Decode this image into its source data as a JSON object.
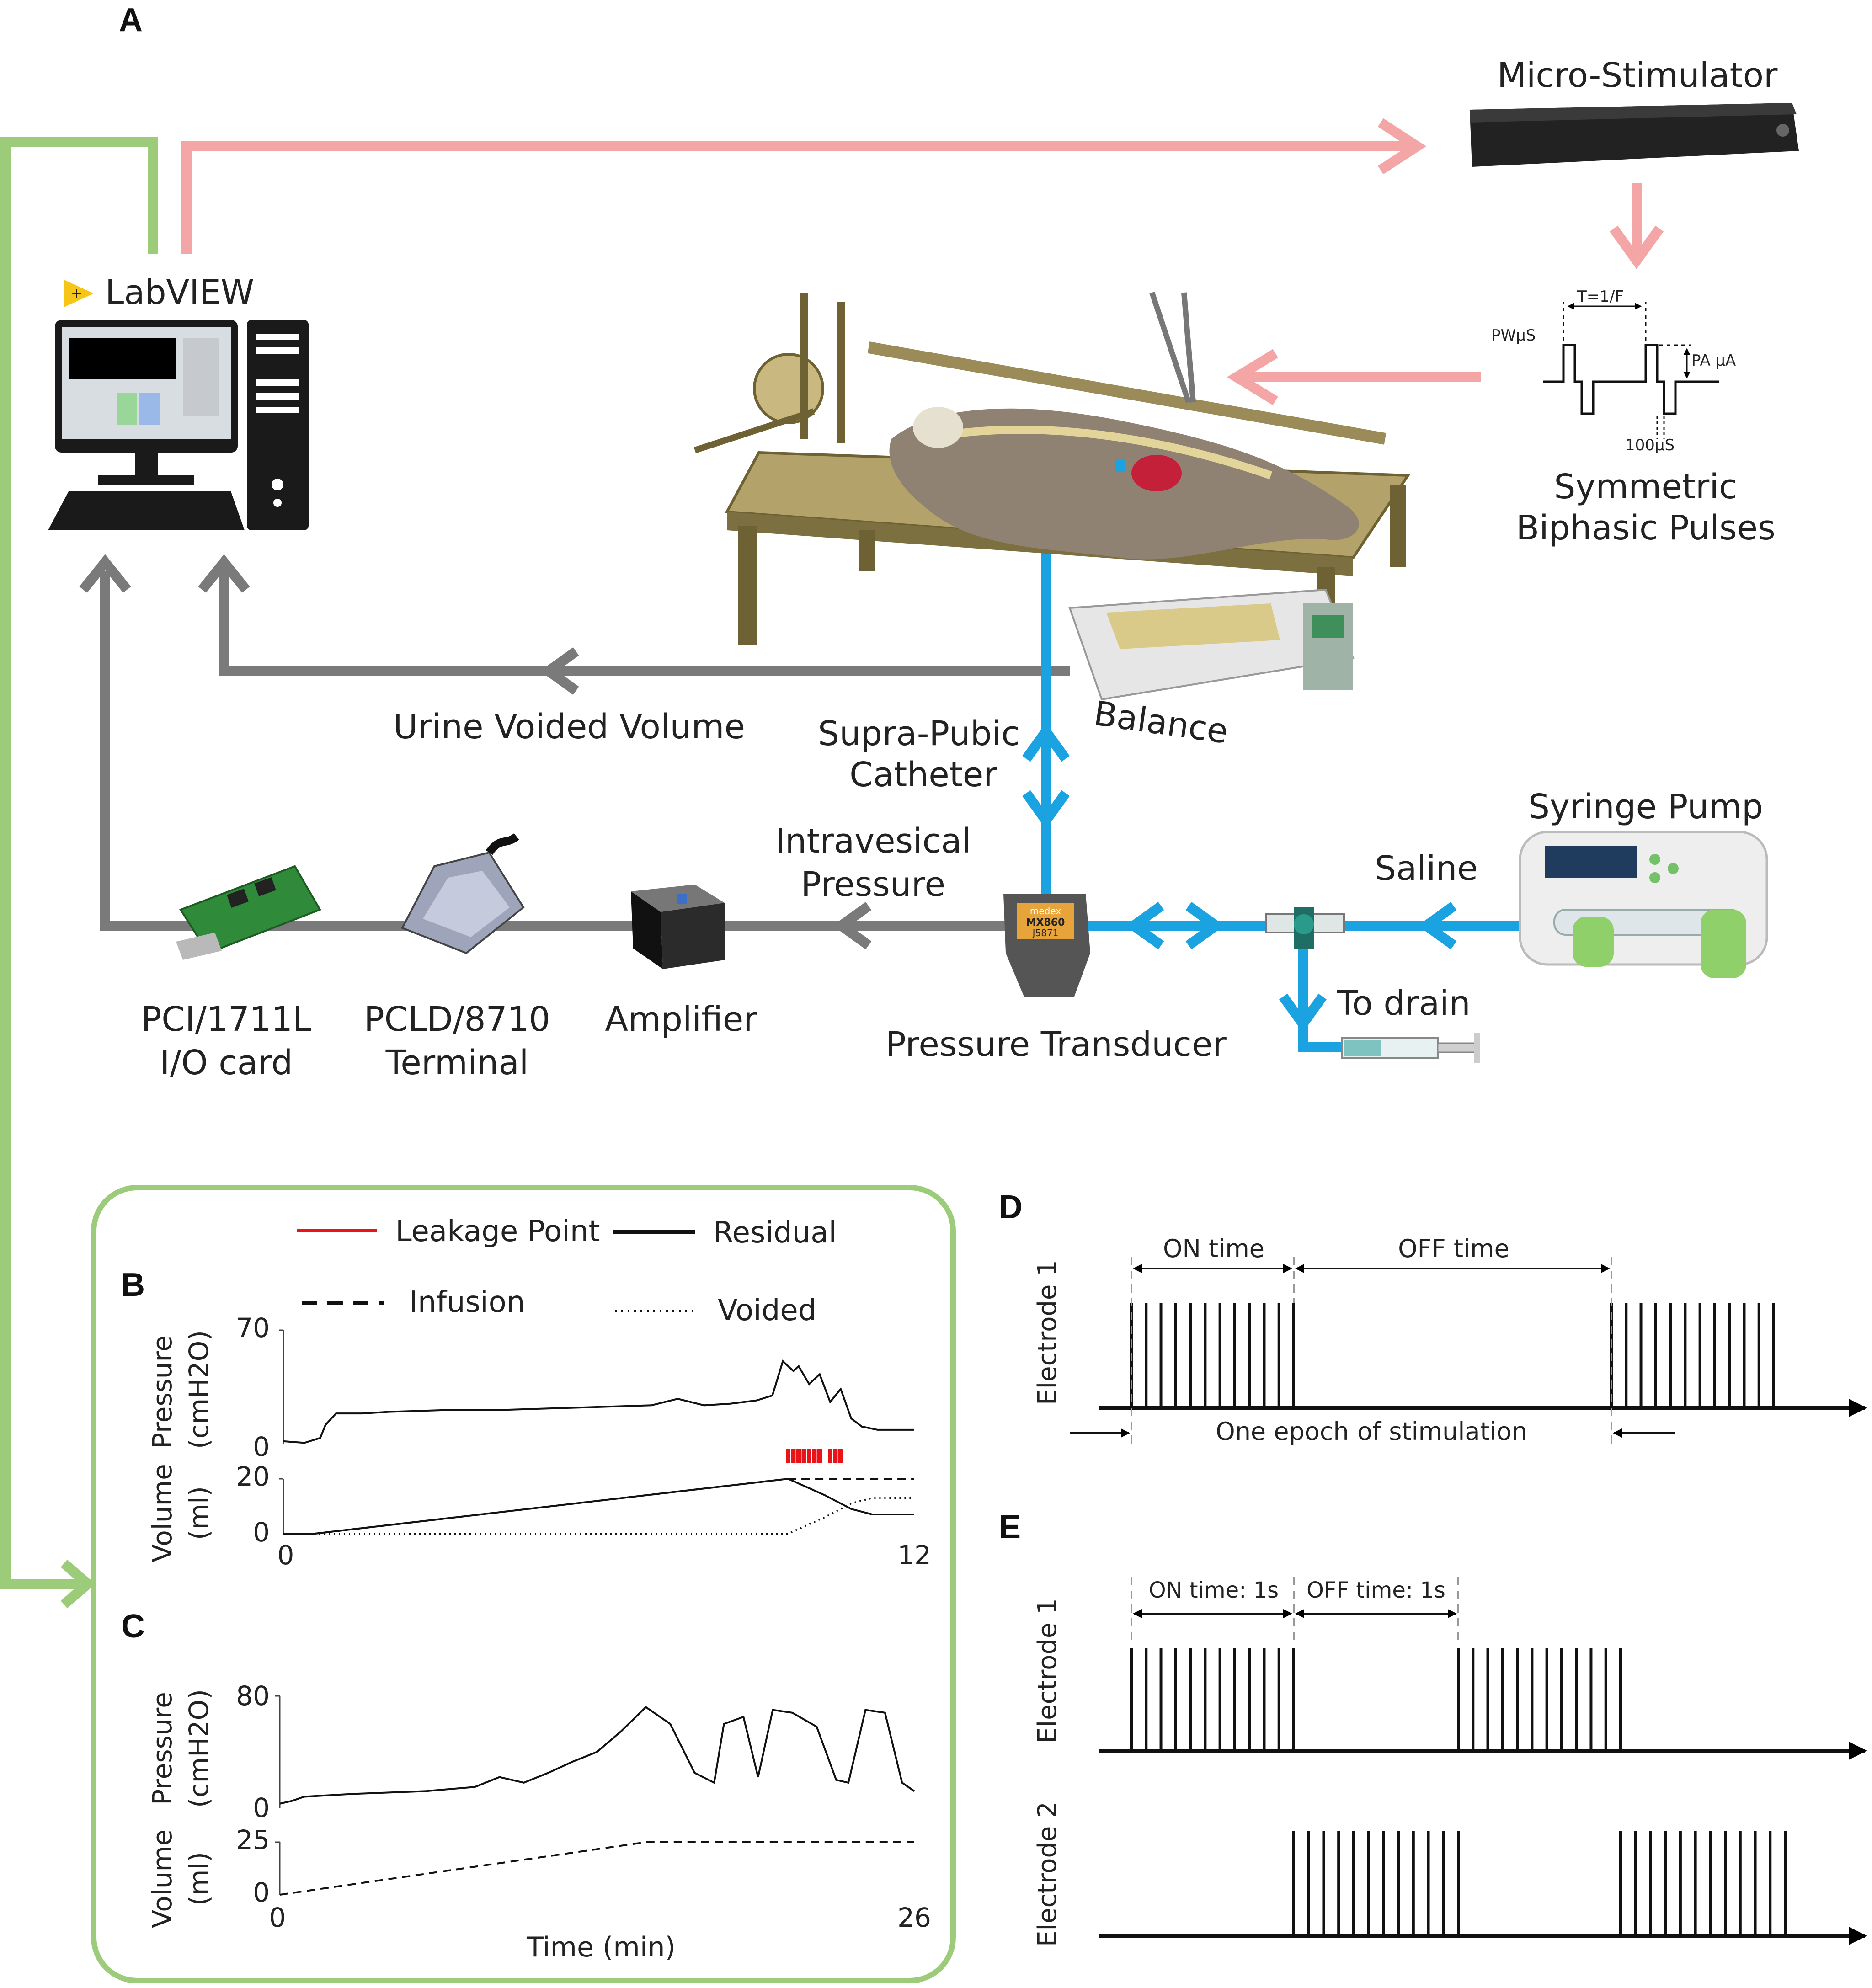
{
  "panels": {
    "a": "A",
    "b": "B",
    "c": "C",
    "d": "D",
    "e": "E"
  },
  "colors": {
    "green_path": "#9ccb7a",
    "red_path": "#f4a6a6",
    "gray_path": "#7a7a7a",
    "blue_path": "#1aa3e0",
    "leak": "#e8141a"
  },
  "setup": {
    "labview": "LabVIEW",
    "micro_stimulator": "Micro-Stimulator",
    "pulse_t": "T=1/F",
    "pulse_pw": "PWμS",
    "pulse_pa": "PA μA",
    "pulse_gap": "100μS",
    "pulses_line1": "Symmetric",
    "pulses_line2": "Biphasic Pulses",
    "urine_voided_volume": "Urine Voided Volume",
    "suprapubic_line1": "Supra-Pubic",
    "suprapubic_line2": "Catheter",
    "balance": "Balance",
    "syringe_pump": "Syringe Pump",
    "intravesical_line1": "Intravesical",
    "intravesical_line2": "Pressure",
    "saline": "Saline",
    "to_drain": "To drain",
    "io_card_line1": "PCI/1711L",
    "io_card_line2": "I/O card",
    "terminal_line1": "PCLD/8710",
    "terminal_line2": "Terminal",
    "amplifier": "Amplifier",
    "pressure_transducer": "Pressure Transducer",
    "transducer_brand": "medex",
    "transducer_model": "MX860",
    "transducer_code": "J5871"
  },
  "legend": {
    "leakage": "Leakage Point",
    "residual": "Residual",
    "infusion": "Infusion",
    "voided": "Voided"
  },
  "chart_data": [
    {
      "panel": "B",
      "type": "line",
      "xlim": [
        0,
        12
      ],
      "x_ticks": [
        "0",
        "12"
      ],
      "pressure": {
        "ylabel_line1": "Pressure",
        "ylabel_line2": "(cmH2O)",
        "ylim": [
          0,
          70
        ],
        "y_ticks": [
          "0",
          "70"
        ],
        "x": [
          0,
          0.4,
          0.7,
          0.8,
          1.0,
          1.5,
          2,
          3,
          4,
          5,
          6,
          7,
          7.5,
          8,
          8.5,
          9,
          9.3,
          9.5,
          9.7,
          9.8,
          10,
          10.2,
          10.4,
          10.6,
          10.8,
          11,
          11.3,
          12
        ],
        "y": [
          2,
          1,
          4,
          12,
          19,
          19,
          20,
          21,
          21,
          22,
          23,
          24,
          28,
          24,
          25,
          27,
          30,
          51,
          45,
          48,
          37,
          43,
          26,
          34,
          16,
          11,
          9,
          9
        ]
      },
      "leak_x": [
        9.6,
        9.7,
        9.8,
        9.9,
        10.0,
        10.1,
        10.2,
        10.4,
        10.5,
        10.6
      ],
      "volume": {
        "ylabel_line1": "Volume",
        "ylabel_line2": "(ml)",
        "ylim": [
          0,
          20
        ],
        "y_ticks": [
          "0",
          "20"
        ],
        "series": [
          {
            "name": "Infusion",
            "style": "dashed",
            "x": [
              0,
              0.6,
              9.6,
              12
            ],
            "y": [
              0,
              0,
              20,
              20
            ]
          },
          {
            "name": "Residual",
            "style": "solid",
            "x": [
              0,
              0.6,
              9.6,
              10.3,
              10.8,
              11.2,
              12
            ],
            "y": [
              0,
              0,
              20,
              14,
              9,
              7,
              7
            ]
          },
          {
            "name": "Voided",
            "style": "dotted",
            "x": [
              0,
              9.6,
              10.3,
              10.8,
              11.2,
              12
            ],
            "y": [
              0,
              0,
              6,
              11,
              13,
              13
            ]
          }
        ]
      }
    },
    {
      "panel": "C",
      "type": "line",
      "xlabel": "Time (min)",
      "xlim": [
        0,
        26
      ],
      "x_ticks": [
        "0",
        "26"
      ],
      "pressure": {
        "ylabel_line1": "Pressure",
        "ylabel_line2": "(cmH2O)",
        "ylim": [
          0,
          80
        ],
        "y_ticks": [
          "0",
          "80"
        ],
        "x": [
          0,
          0.5,
          1,
          3,
          6,
          8,
          9,
          10,
          11,
          12,
          13,
          14,
          15,
          16,
          17,
          17.8,
          18.2,
          19,
          19.6,
          20.2,
          21,
          22,
          22.8,
          23.3,
          24,
          24.8,
          25.5,
          26
        ],
        "y": [
          3,
          5,
          8,
          10,
          12,
          15,
          22,
          18,
          25,
          33,
          40,
          55,
          72,
          60,
          25,
          18,
          60,
          65,
          22,
          70,
          68,
          58,
          20,
          18,
          70,
          68,
          18,
          12
        ]
      },
      "volume": {
        "ylabel_line1": "Volume",
        "ylabel_line2": "(ml)",
        "ylim": [
          0,
          25
        ],
        "y_ticks": [
          "0",
          "25"
        ],
        "series": [
          {
            "name": "Infusion",
            "style": "dashed",
            "x": [
              0,
              15,
              26
            ],
            "y": [
              0,
              25,
              25
            ]
          }
        ]
      }
    }
  ],
  "d_panel": {
    "electrode": "Electrode 1",
    "on_time": "ON time",
    "off_time": "OFF time",
    "epoch_part1": "One epoch",
    "epoch_part2": "of stimulation"
  },
  "e_panel": {
    "electrode1": "Electrode 1",
    "electrode2": "Electrode 2",
    "on_time": "ON time: 1s",
    "off_time": "OFF time: 1s"
  }
}
